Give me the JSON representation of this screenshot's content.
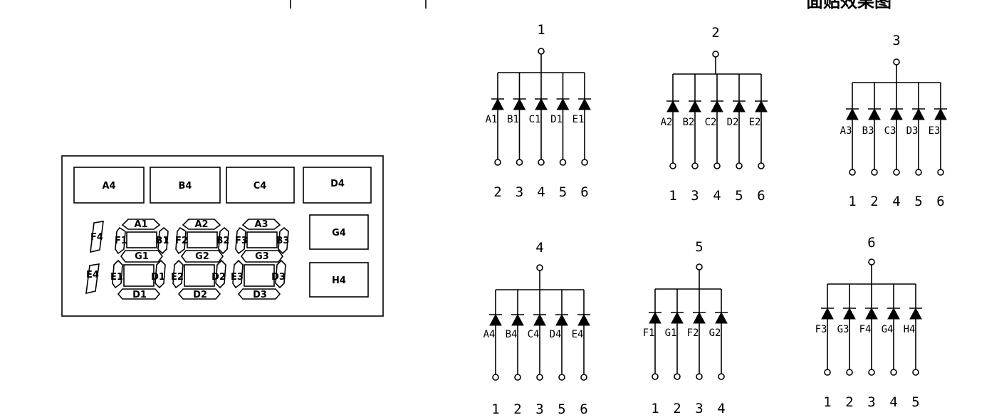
{
  "header": {
    "title": "面贴效果图"
  },
  "display_panel": {
    "top_pads": [
      "A4",
      "B4",
      "C4",
      "D4"
    ],
    "side_pads": [
      "G4",
      "H4"
    ],
    "slanted_pads": [
      "F4",
      "E4"
    ],
    "digits": [
      {
        "a": "A1",
        "b": "B1",
        "c": "D1",
        "d": "D1",
        "e": "E1",
        "f": "F1",
        "g": "G1"
      },
      {
        "a": "A2",
        "b": "B2",
        "c": "D2",
        "d": "D2",
        "e": "E2",
        "f": "F2",
        "g": "G2"
      },
      {
        "a": "A3",
        "b": "B3",
        "c": "D3",
        "d": "D3",
        "e": "E3",
        "f": "F3",
        "g": "G3"
      }
    ]
  },
  "pin_groups": [
    {
      "common": "1",
      "segments": [
        "A1",
        "B1",
        "C1",
        "D1",
        "E1"
      ],
      "pins": [
        "2",
        "3",
        "4",
        "5",
        "6"
      ]
    },
    {
      "common": "2",
      "segments": [
        "A2",
        "B2",
        "C2",
        "D2",
        "E2"
      ],
      "pins": [
        "1",
        "3",
        "4",
        "5",
        "6"
      ]
    },
    {
      "common": "3",
      "segments": [
        "A3",
        "B3",
        "C3",
        "D3",
        "E3"
      ],
      "pins": [
        "1",
        "2",
        "4",
        "5",
        "6"
      ]
    },
    {
      "common": "4",
      "segments": [
        "A4",
        "B4",
        "C4",
        "D4",
        "E4"
      ],
      "pins": [
        "1",
        "2",
        "3",
        "5",
        "6"
      ]
    },
    {
      "common": "5",
      "segments": [
        "F1",
        "G1",
        "F2",
        "G2"
      ],
      "pins": [
        "1",
        "2",
        "3",
        "4"
      ]
    },
    {
      "common": "6",
      "segments": [
        "F3",
        "G3",
        "F4",
        "G4",
        "H4"
      ],
      "pins": [
        "1",
        "2",
        "3",
        "4",
        "5"
      ]
    }
  ]
}
